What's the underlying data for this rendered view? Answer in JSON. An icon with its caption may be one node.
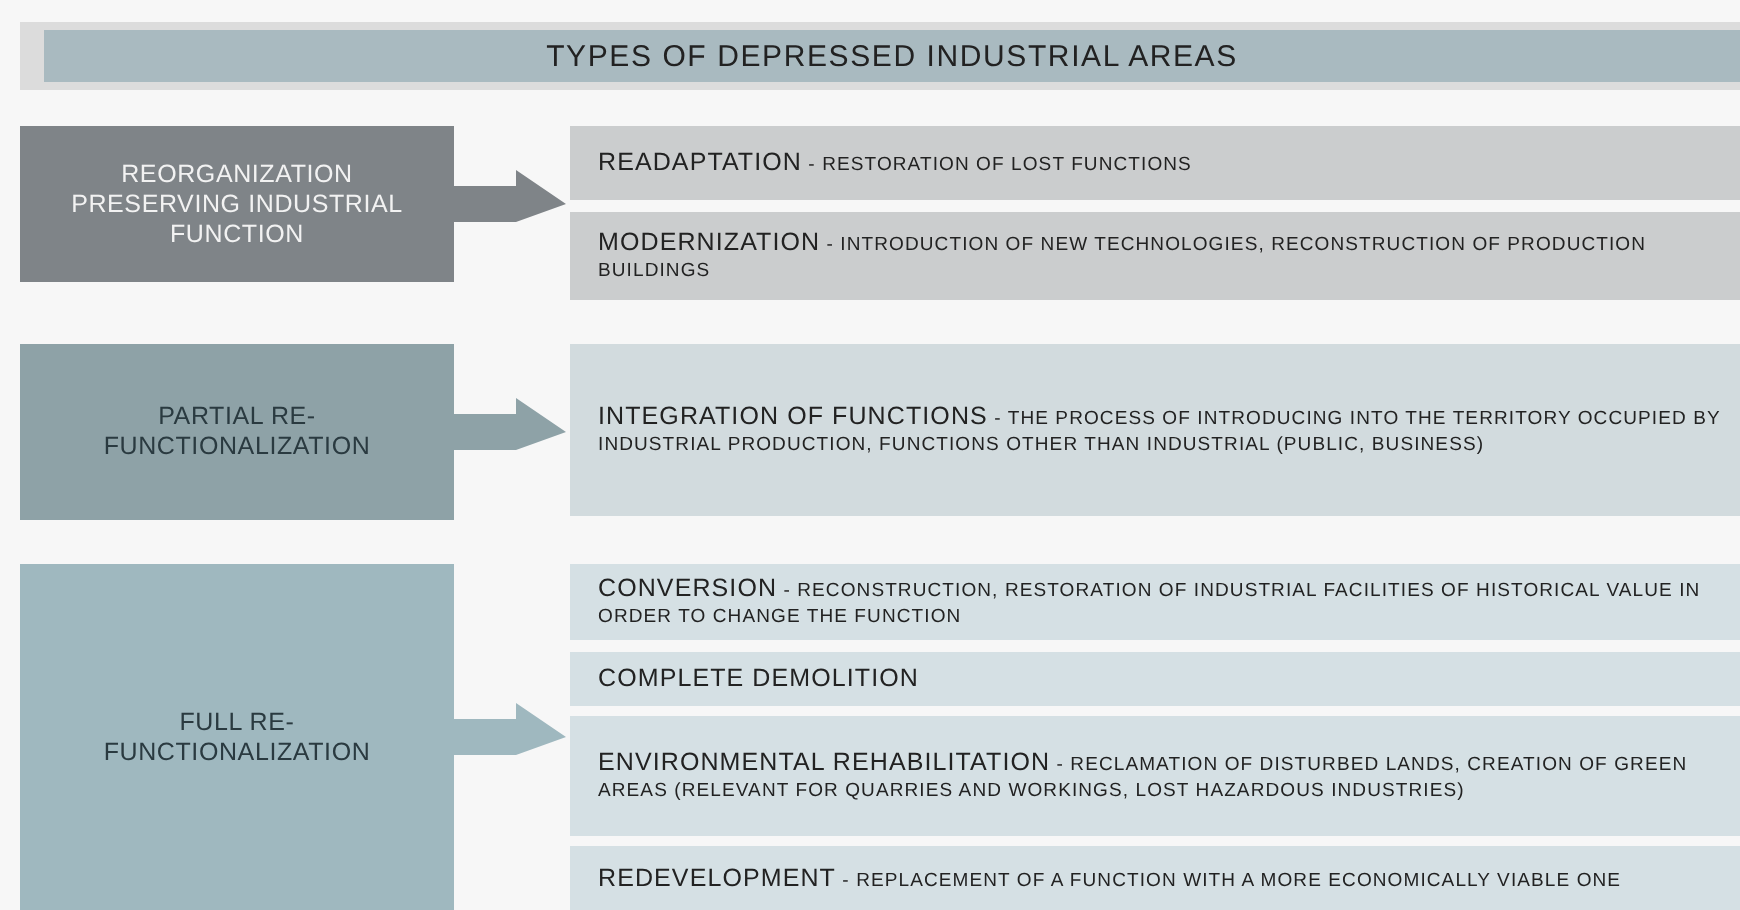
{
  "diagram": {
    "nodes": [
      {
        "text": [
          "TYPES OF DEPRESSED INDUSTRIAL AREAS"
        ]
      },
      {
        "text": [
          "REORGANIZATION PRESERVING INDUSTRIAL FUNCTION"
        ]
      },
      {
        "text": [
          "**READAPTATION** - RESTORATION OF LOST FUNCTIONS"
        ]
      },
      {
        "text": [
          "**MODERNIZATION** - INTRODUCTION OF NEW TECHNOLOGIES, RECONSTRUCTION OF PRODUCTION BUILDINGS"
        ]
      },
      {
        "text": [
          "PARTIAL RE-FUNCTIONALIZATION"
        ]
      },
      {
        "text": [
          "**INTEGRATION OF FUNCTIONS** - THE PROCESS OF INTRODUCING INTO THE TERRITORY OCCUPIED BY INDUSTRIAL PRODUCTION, FUNCTIONS OTHER THAN INDUSTRIAL (PUBLIC, BUSINESS)"
        ]
      },
      {
        "text": [
          "FULL RE-FUNCTIONALIZATION"
        ]
      },
      {
        "text": [
          "**CONVERSION** - RECONSTRUCTION, RESTORATION OF INDUSTRIAL FACILITIES OF HISTORICAL VALUE IN ORDER TO CHANGE THE FUNCTION"
        ]
      },
      {
        "text": [
          "COMPLETE DEMOLITION"
        ]
      },
      {
        "text": [
          "**ENVIRONMENTAL REHABILITATION** - RECLAMATION OF DISTURBED LANDS, CREATION OF GREEN AREAS (RELEVANT FOR QUARRIES AND WORKINGS, LOST HAZARDOUS INDUSTRIES)"
        ]
      },
      {
        "text": [
          "**REDEVELOPMENT** - REPLACEMENT OF A FUNCTION WITH A MORE ECONOMICALLY VIABLE ONE"
        ]
      }
    ],
    "edges": [
      {
        "from": 1,
        "to": null,
        "arrow": "to",
        "color": "#7f8488"
      },
      {
        "from": 4,
        "to": null,
        "arrow": "to",
        "color": "#8ea2a7"
      },
      {
        "from": 6,
        "to": null,
        "arrow": "to",
        "color": "#9fb8bf"
      }
    ]
  }
}
